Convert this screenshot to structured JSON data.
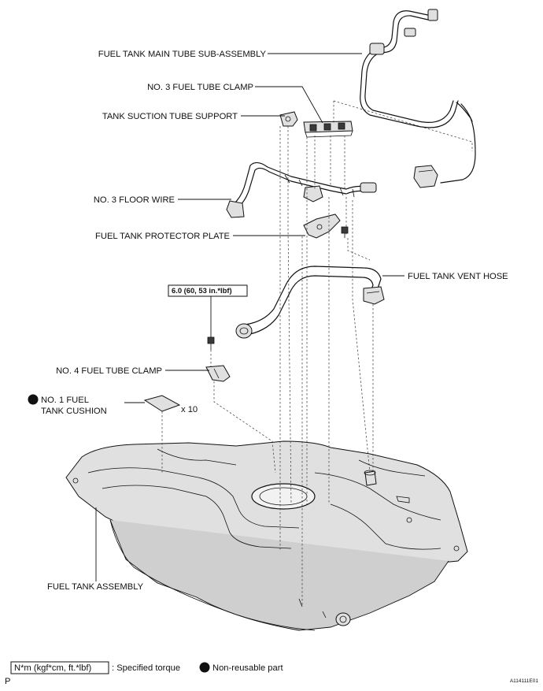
{
  "labels": {
    "main_tube": "FUEL TANK MAIN TUBE SUB-ASSEMBLY",
    "clamp3": "NO. 3 FUEL TUBE CLAMP",
    "suction_support": "TANK SUCTION TUBE SUPPORT",
    "floor_wire": "NO. 3 FLOOR WIRE",
    "protector_plate": "FUEL TANK PROTECTOR PLATE",
    "vent_hose": "FUEL TANK VENT HOSE",
    "clamp4": "NO. 4 FUEL TUBE CLAMP",
    "cushion_line1": "NO. 1 FUEL",
    "cushion_line2": "TANK CUSHION",
    "cushion_qty": "x 10",
    "tank_assembly": "FUEL TANK ASSEMBLY"
  },
  "torque": {
    "value": "6.0 (60, 53 in.*lbf)"
  },
  "legend": {
    "torque_box": "N*m (kgf*cm, ft.*lbf)",
    "torque_desc": ": Specified torque",
    "nonreusable_desc": "Non-reusable part"
  },
  "footer": {
    "left_mark": "P",
    "figure_id": "A114111E01"
  },
  "colors": {
    "line": "#111111",
    "shade": "#e0e0e0"
  }
}
